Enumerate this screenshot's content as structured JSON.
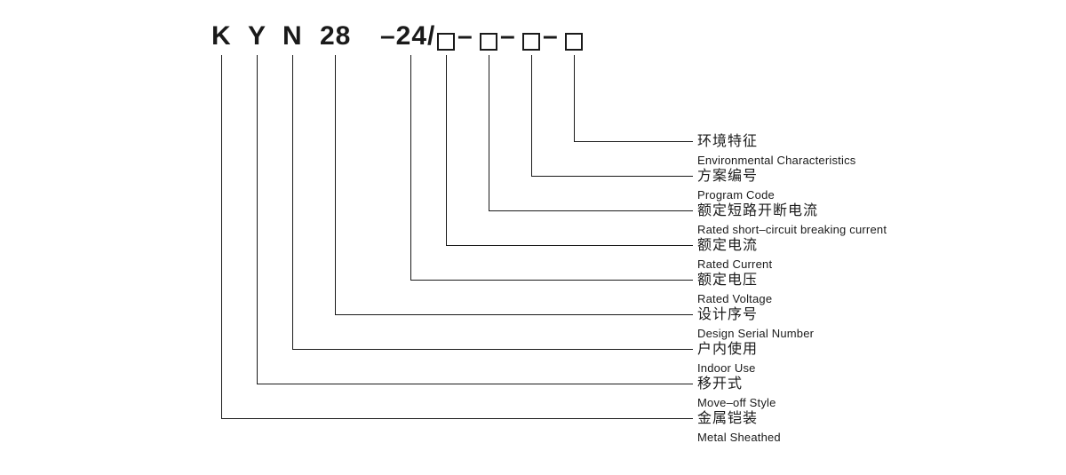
{
  "page": {
    "background_color": "#ffffff",
    "line_color": "#1a1a1a",
    "text_color": "#1a1a1a"
  },
  "code": {
    "letters": [
      "K",
      "Y",
      "N"
    ],
    "design_serial": "28",
    "rated_voltage": "–24/",
    "separator": "–",
    "placeholder_boxes": 4
  },
  "labels": [
    {
      "cn": "环境特征",
      "en": "Environmental Characteristics"
    },
    {
      "cn": "方案编号",
      "en": "Program Code"
    },
    {
      "cn": "额定短路开断电流",
      "en": "Rated short–circuit breaking current"
    },
    {
      "cn": "额定电流",
      "en": "Rated Current"
    },
    {
      "cn": "额定电压",
      "en": "Rated Voltage"
    },
    {
      "cn": "设计序号",
      "en": "Design Serial Number"
    },
    {
      "cn": "户内使用",
      "en": "Indoor Use"
    },
    {
      "cn": "移开式",
      "en": "Move–off Style"
    },
    {
      "cn": "金属铠装",
      "en": "Metal Sheathed"
    }
  ]
}
